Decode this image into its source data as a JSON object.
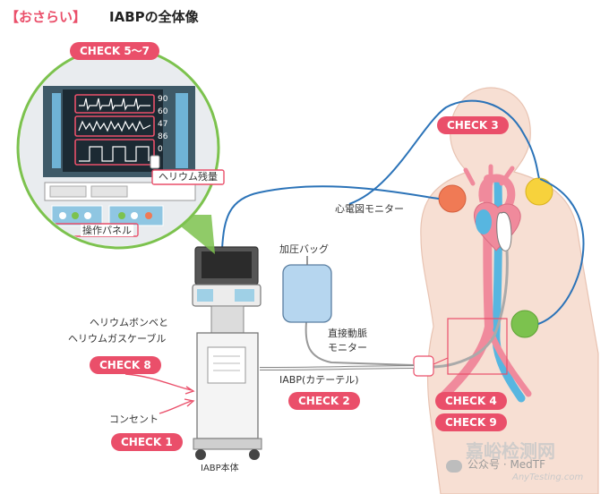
{
  "header": {
    "bracket_label": "【おさらい】",
    "title": "IABPの全体像"
  },
  "badges": {
    "check_5_7": "CHECK 5～7",
    "check_3": "CHECK 3",
    "check_8": "CHECK 8",
    "check_2": "CHECK 2",
    "check_4": "CHECK 4",
    "check_9": "CHECK 9",
    "check_1": "CHECK 1"
  },
  "labels": {
    "helium_remaining": "ヘリウム残量",
    "control_panel": "操作パネル",
    "ecg_monitor": "心電図モニター",
    "pressure_bag": "加圧バッグ",
    "arterial_monitor_line1": "直接動脈",
    "arterial_monitor_line2": "モニター",
    "helium_cylinder_line1": "ヘリウムボンベと",
    "helium_cylinder_line2": "ヘリウムガスケーブル",
    "catheter": "IABP(カテーテル)",
    "outlet": "コンセント",
    "iabp_unit": "IABP本体"
  },
  "monitor_readouts": [
    "90",
    "60",
    "47",
    "86",
    "0"
  ],
  "watermark": {
    "site_cn": "嘉峪检测网",
    "site_en": "AnyTesting.com",
    "wechat_account": "公众号 · MedTF"
  },
  "colors": {
    "accent": "#ea4f6a",
    "cable_blue": "#2b73b8",
    "zoom_green": "#7cc24e",
    "skin": "#f7dfd3",
    "artery": "#f08a9c",
    "vein": "#57b6e0",
    "electrode_red": "#f07a55",
    "electrode_yellow": "#f7d23c",
    "electrode_green": "#7cc24e"
  }
}
